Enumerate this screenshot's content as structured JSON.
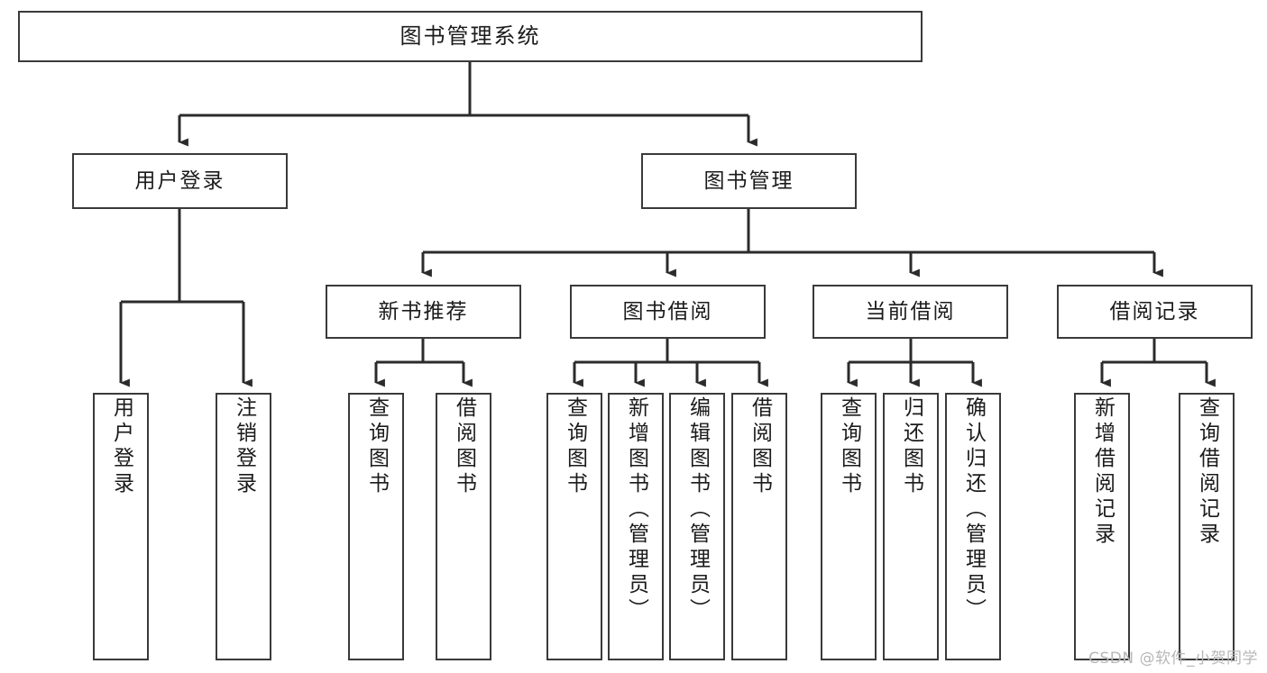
{
  "diagram": {
    "title": "图书管理系统",
    "type": "tree",
    "watermark": "CSDN @软件_小贺同学",
    "colors": {
      "node_border": "#3a3a3a",
      "node_fill": "#ffffff",
      "edge": "#2b2b2b",
      "text": "#1b1b1b",
      "watermark": "#b7b7b7",
      "background": "#ffffff"
    },
    "levels": [
      {
        "level": 0,
        "nodes": [
          {
            "id": "root",
            "label": "图书管理系统"
          }
        ]
      },
      {
        "level": 1,
        "nodes": [
          {
            "id": "user-login",
            "label": "用户登录",
            "parent": "root"
          },
          {
            "id": "book-manage",
            "label": "图书管理",
            "parent": "root"
          }
        ]
      },
      {
        "level": 2,
        "nodes": [
          {
            "id": "new-book-rec",
            "label": "新书推荐",
            "parent": "book-manage"
          },
          {
            "id": "book-borrow",
            "label": "图书借阅",
            "parent": "book-manage"
          },
          {
            "id": "current-borrow",
            "label": "当前借阅",
            "parent": "book-manage"
          },
          {
            "id": "borrow-record",
            "label": "借阅记录",
            "parent": "book-manage"
          }
        ]
      },
      {
        "level": 3,
        "nodes": [
          {
            "id": "leaf-user-login",
            "label": "用户登录",
            "parent": "user-login"
          },
          {
            "id": "leaf-user-logout",
            "label": "注销登录",
            "parent": "user-login"
          },
          {
            "id": "leaf-rec-query",
            "label": "查询图书",
            "parent": "new-book-rec"
          },
          {
            "id": "leaf-rec-borrow",
            "label": "借阅图书",
            "parent": "new-book-rec"
          },
          {
            "id": "leaf-borrow-query",
            "label": "查询图书",
            "parent": "book-borrow"
          },
          {
            "id": "leaf-borrow-add",
            "label": "新增图书（管理员）",
            "parent": "book-borrow"
          },
          {
            "id": "leaf-borrow-edit",
            "label": "编辑图书（管理员）",
            "parent": "book-borrow"
          },
          {
            "id": "leaf-borrow-lend",
            "label": "借阅图书",
            "parent": "book-borrow"
          },
          {
            "id": "leaf-cur-query",
            "label": "查询图书",
            "parent": "current-borrow"
          },
          {
            "id": "leaf-cur-return",
            "label": "归还图书",
            "parent": "current-borrow"
          },
          {
            "id": "leaf-cur-confirm",
            "label": "确认归还（管理员）",
            "parent": "current-borrow"
          },
          {
            "id": "leaf-rec-add",
            "label": "新增借阅记录",
            "parent": "borrow-record"
          },
          {
            "id": "leaf-rec-query2",
            "label": "查询借阅记录",
            "parent": "borrow-record"
          }
        ]
      }
    ]
  }
}
